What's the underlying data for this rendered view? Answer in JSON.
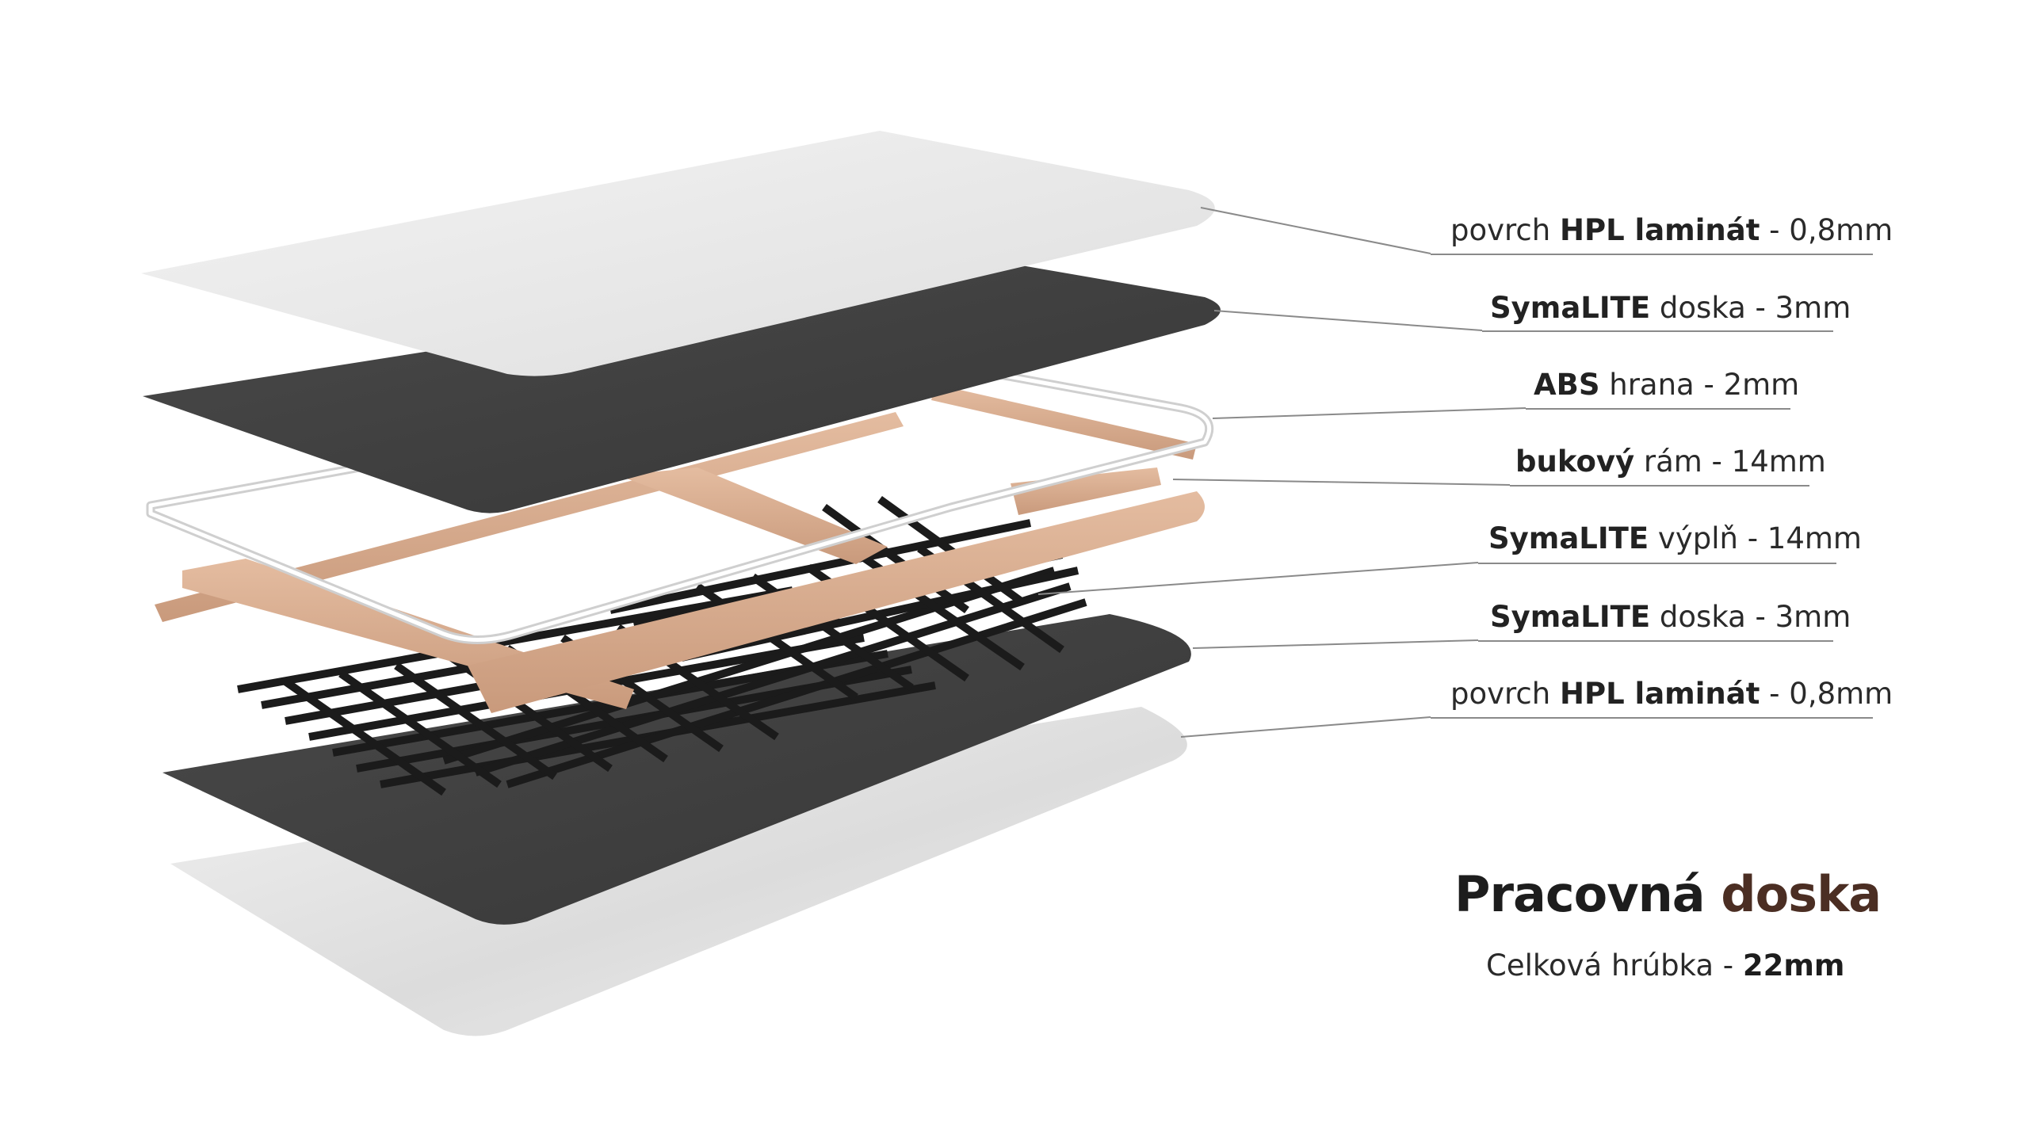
{
  "layers": [
    {
      "prefix": "povrch ",
      "bold": "HPL laminát",
      "suffix": " - 0,8mm"
    },
    {
      "prefix": "",
      "bold": "SymaLITE",
      "suffix": " doska - 3mm"
    },
    {
      "prefix": "",
      "bold": "ABS",
      "suffix": " hrana - 2mm"
    },
    {
      "prefix": "",
      "bold": "bukový",
      "suffix": " rám - 14mm"
    },
    {
      "prefix": "",
      "bold": "SymaLITE",
      "suffix": " výplň - 14mm"
    },
    {
      "prefix": "",
      "bold": "SymaLITE",
      "suffix": " doska - 3mm"
    },
    {
      "prefix": "povrch ",
      "bold": "HPL laminát",
      "suffix": " - 0,8mm"
    }
  ],
  "title": {
    "word1": "Pracovná",
    "word2": "doska"
  },
  "subtitle": {
    "text": "Celková hrúbka - ",
    "bold": "22mm"
  },
  "colors": {
    "hpl": "#e9e9e9",
    "symalite": "#3d3d3d",
    "wood": "#d8ab8c",
    "abs": "#f4f4f4",
    "honeycomb": "#1b1b1b",
    "title_accent": "#4b2e23"
  }
}
